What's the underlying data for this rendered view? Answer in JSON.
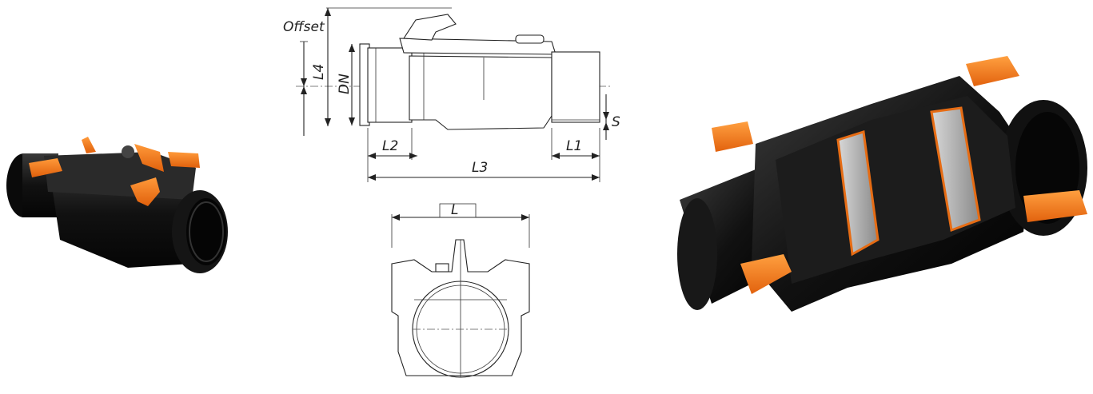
{
  "drawing": {
    "labels": {
      "offset": "Offset",
      "l4": "L4",
      "dn": "DN",
      "l2": "L2",
      "l1": "L1",
      "l3": "L3",
      "s": "S",
      "l": "L"
    }
  },
  "colors": {
    "body_black": "#1a1a1a",
    "accent_orange": "#f07a1a",
    "flap_grey": "#b8b8b8"
  }
}
